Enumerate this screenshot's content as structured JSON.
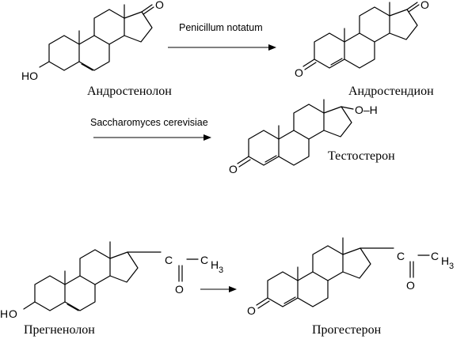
{
  "compounds": {
    "androstenolone": "Андростенолон",
    "androstenedione": "Андростендион",
    "testosterone": "Тестостерон",
    "pregnenolone": "Прегненолон",
    "progesterone": "Прогестерон"
  },
  "organisms": {
    "step1": "Penicillum notatum",
    "step2": "Saccharomyces cerevisiae"
  },
  "atoms": {
    "oxygen": "O",
    "hydrogen": "H",
    "carbon": "C",
    "methyl_h": "H",
    "methyl_sub": "3",
    "hydroxyl_oh": "O–H",
    "hydroxyl_ho": "HO",
    "hydroxyl_h": "H"
  }
}
